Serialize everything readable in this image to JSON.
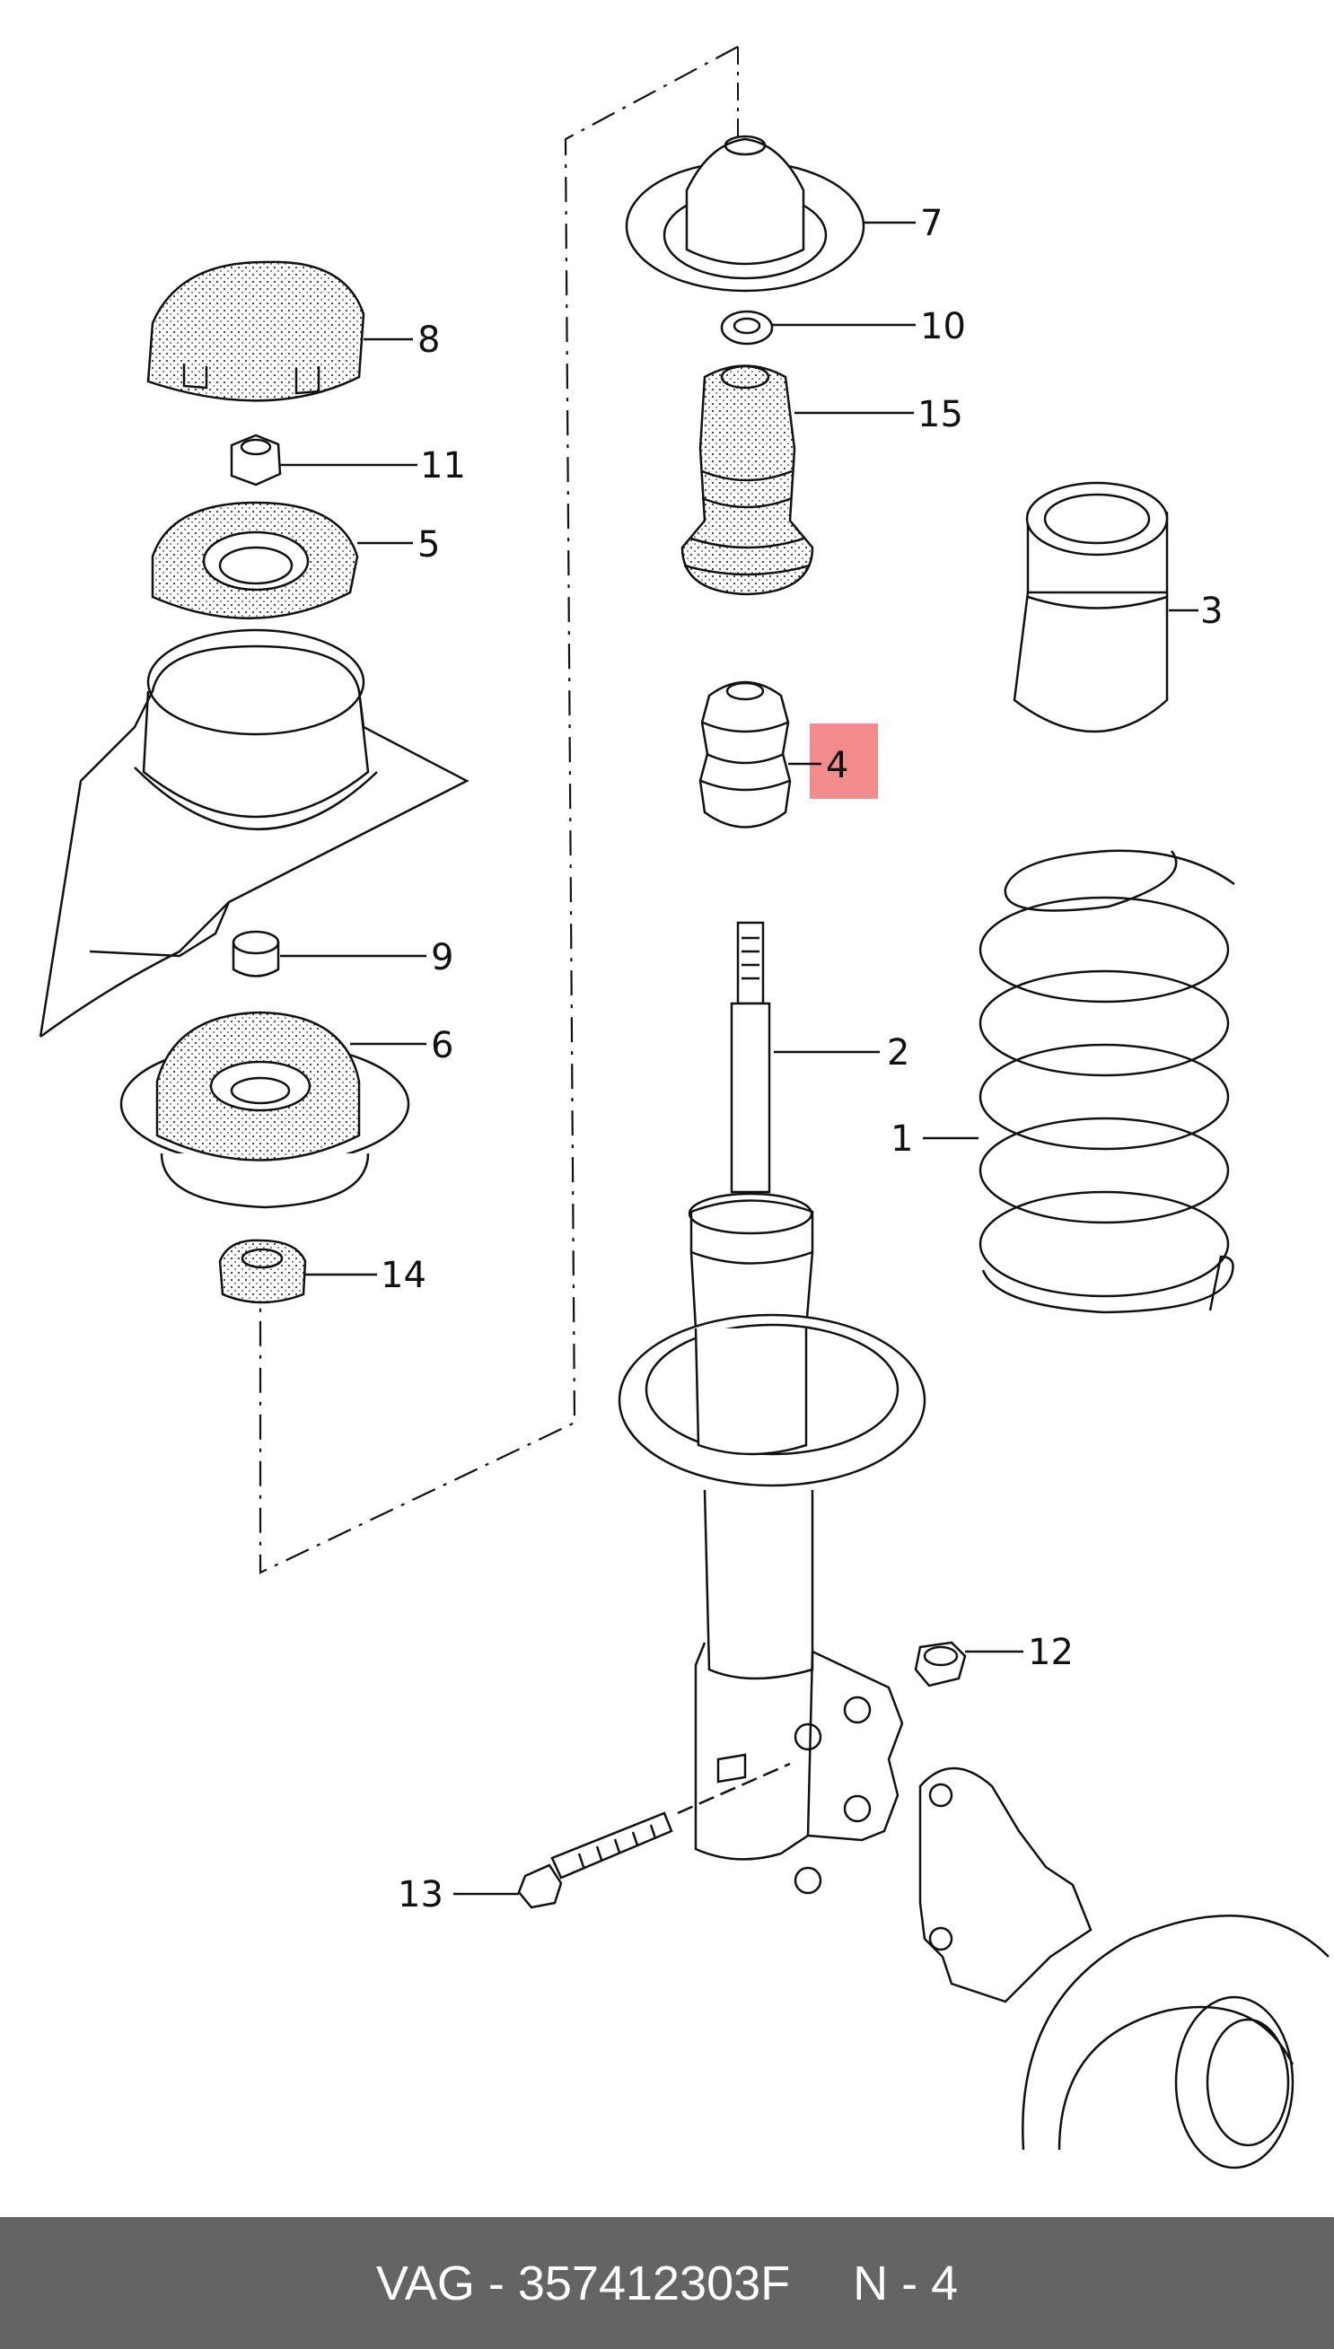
{
  "callouts": {
    "c1": "1",
    "c2": "2",
    "c3": "3",
    "c4": "4",
    "c5": "5",
    "c6": "6",
    "c7": "7",
    "c8": "8",
    "c9": "9",
    "c10": "10",
    "c11": "11",
    "c12": "12",
    "c13": "13",
    "c14": "14",
    "c15": "15"
  },
  "highlight": {
    "part": "4",
    "color": "#f28b8b"
  },
  "footer": {
    "brand_part": "VAG - 357412303F",
    "position": "N - 4"
  },
  "colors": {
    "line": "#111111",
    "footer_bg": "#646464",
    "footer_text": "#ffffff"
  }
}
